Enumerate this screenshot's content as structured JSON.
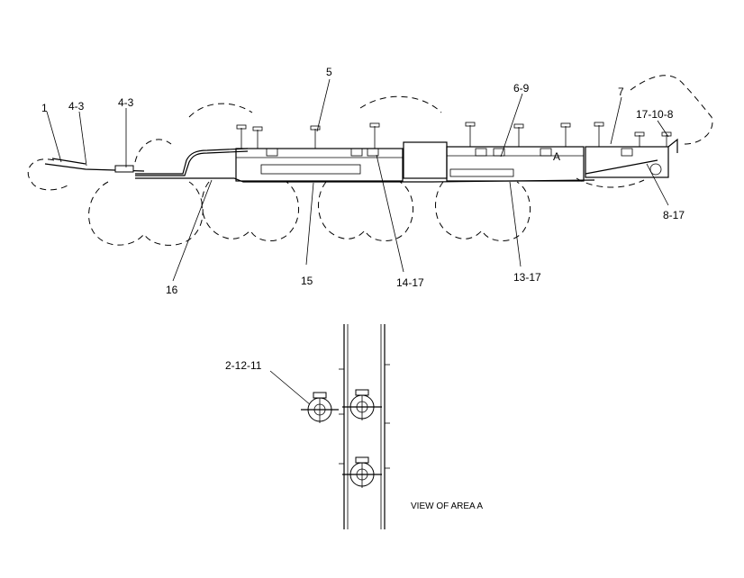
{
  "drawing": {
    "labels": {
      "l1": "1",
      "l4_3a": "4-3",
      "l4_3b": "4-3",
      "l5": "5",
      "l6_9": "6-9",
      "l7": "7",
      "l17_10_8": "17-10-8",
      "l8_17": "8-17",
      "l16": "16",
      "l15": "15",
      "l14_17": "14-17",
      "l13_17": "13-17",
      "lA": "A",
      "l2_12_11": "2-12-11"
    },
    "view_caption": "VIEW OF AREA A"
  }
}
